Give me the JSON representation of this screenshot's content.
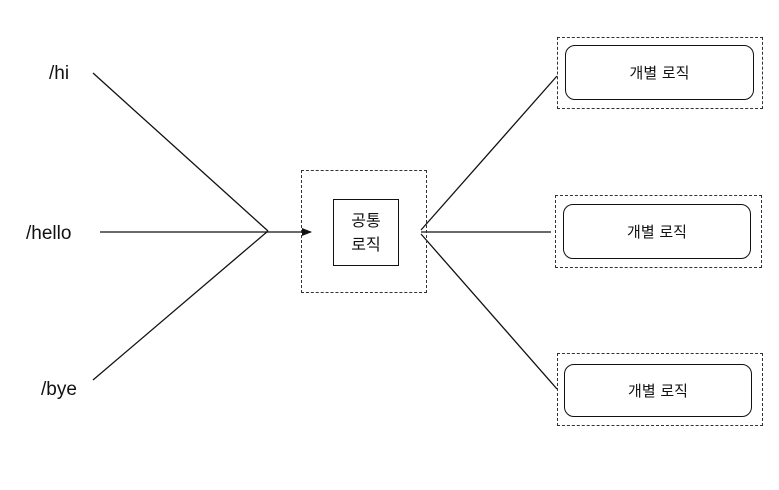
{
  "routes": {
    "hi": "/hi",
    "hello": "/hello",
    "bye": "/bye"
  },
  "common_logic": {
    "line1": "공통",
    "line2": "로직"
  },
  "individual_logic": [
    {
      "label": "개별 로직"
    },
    {
      "label": "개별 로직"
    },
    {
      "label": "개별 로직"
    }
  ],
  "colors": {
    "line": "#111111",
    "dotted_border": "#333333",
    "background": "#ffffff"
  }
}
